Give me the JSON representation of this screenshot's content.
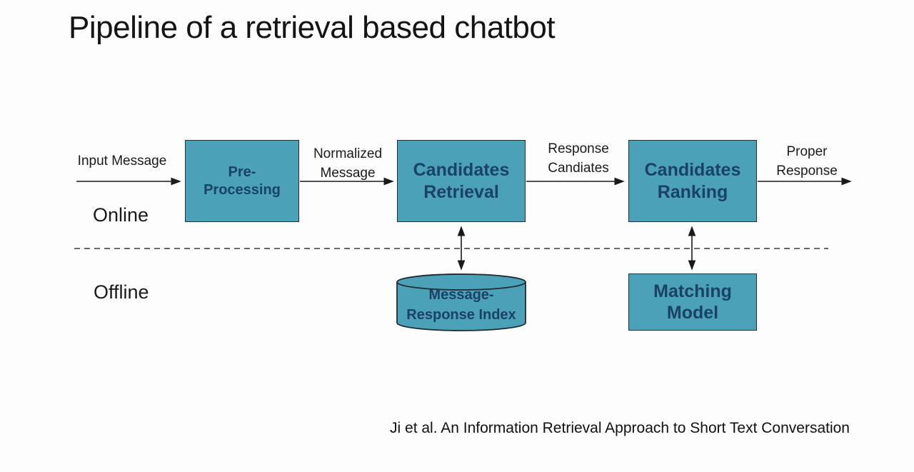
{
  "slide": {
    "title": "Pipeline of a retrieval based chatbot",
    "citation": "Ji et al. An Information Retrieval Approach to Short Text Conversation"
  },
  "sections": {
    "online": "Online",
    "offline": "Offline"
  },
  "boxes": {
    "pre_processing": {
      "line1": "Pre-",
      "line2": "Processing"
    },
    "candidates_retrieval": {
      "line1": "Candidates",
      "line2": "Retrieval"
    },
    "candidates_ranking": {
      "line1": "Candidates",
      "line2": "Ranking"
    },
    "matching_model": {
      "line1": "Matching",
      "line2": "Model"
    },
    "message_response_index": {
      "line1": "Message-",
      "line2": "Response Index"
    }
  },
  "flow_labels": {
    "input_message": {
      "line1": "Input Message"
    },
    "normalized_message": {
      "line1": "Normalized",
      "line2": "Message"
    },
    "response_candiates": {
      "line1": "Response",
      "line2": "Candiates"
    },
    "proper_response": {
      "line1": "Proper",
      "line2": "Response"
    }
  },
  "colors": {
    "box_fill": "#4ba2b8",
    "box_border": "#24333a",
    "box_text": "#1a4265",
    "arrow": "#1a1a1a",
    "background": "#fdfdfd"
  }
}
